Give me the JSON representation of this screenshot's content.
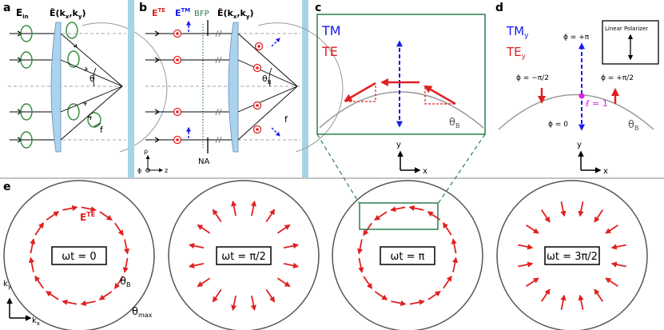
{
  "panels": {
    "a": {
      "letter": "a",
      "e_in": "E",
      "e_in_sub": "in",
      "e_tilde": "Ẽ(k",
      "e_tilde_x": "x",
      "e_tilde_mid": ",k",
      "e_tilde_y": "y",
      "e_tilde_end": ")",
      "theta": "θ",
      "f": "f"
    },
    "b": {
      "letter": "b",
      "ete": "E",
      "ete_sup": "TE",
      "etm": "E",
      "etm_sup": "TM",
      "bfp": "BFP",
      "e_tilde": "Ẽ(k",
      "e_tilde_x": "x",
      "e_tilde_mid": ",k",
      "e_tilde_y": "y",
      "e_tilde_end": ")",
      "theta_b": "θ",
      "theta_b_sub": "B",
      "f": "f",
      "na": "NA",
      "rho": "ρ",
      "phi": "ϕ",
      "z": "z"
    },
    "c": {
      "letter": "c",
      "tm": "TM",
      "te": "TE",
      "theta_b": "θ",
      "theta_b_sub": "B",
      "y": "y",
      "x": "x"
    },
    "d": {
      "letter": "d",
      "tm": "TM",
      "tm_sub": "y",
      "te": "TE",
      "te_sub": "y",
      "polarizer": "Linear Polarizer",
      "phi_pi": "ϕ = +π",
      "phi_mpi2": "ϕ = −π/2",
      "phi_ppi2": "ϕ = +π/2",
      "phi_0": "ϕ = 0",
      "ell": "ℓ = 1",
      "theta_b": "θ",
      "theta_b_sub": "B",
      "y": "y",
      "x": "x"
    },
    "e": {
      "letter": "e",
      "ete": "E",
      "ete_sup": "TE",
      "wt0": "ωt = 0",
      "wt1": "ωt = π/2",
      "wt2": "ωt = π",
      "wt3": "ωt = 3π/2",
      "theta_b": "θ",
      "theta_b_sub": "B",
      "theta_max": "θ",
      "theta_max_sub": "max",
      "ky": "k",
      "ky_sub": "y",
      "kx": "k",
      "kx_sub": "x"
    }
  },
  "colors": {
    "red": "#e02020",
    "blue": "#1a1aee",
    "green": "#2e7d4f",
    "lightblue": "#a6d4e6",
    "lensfill": "#aad3ee",
    "gray": "#999999"
  }
}
